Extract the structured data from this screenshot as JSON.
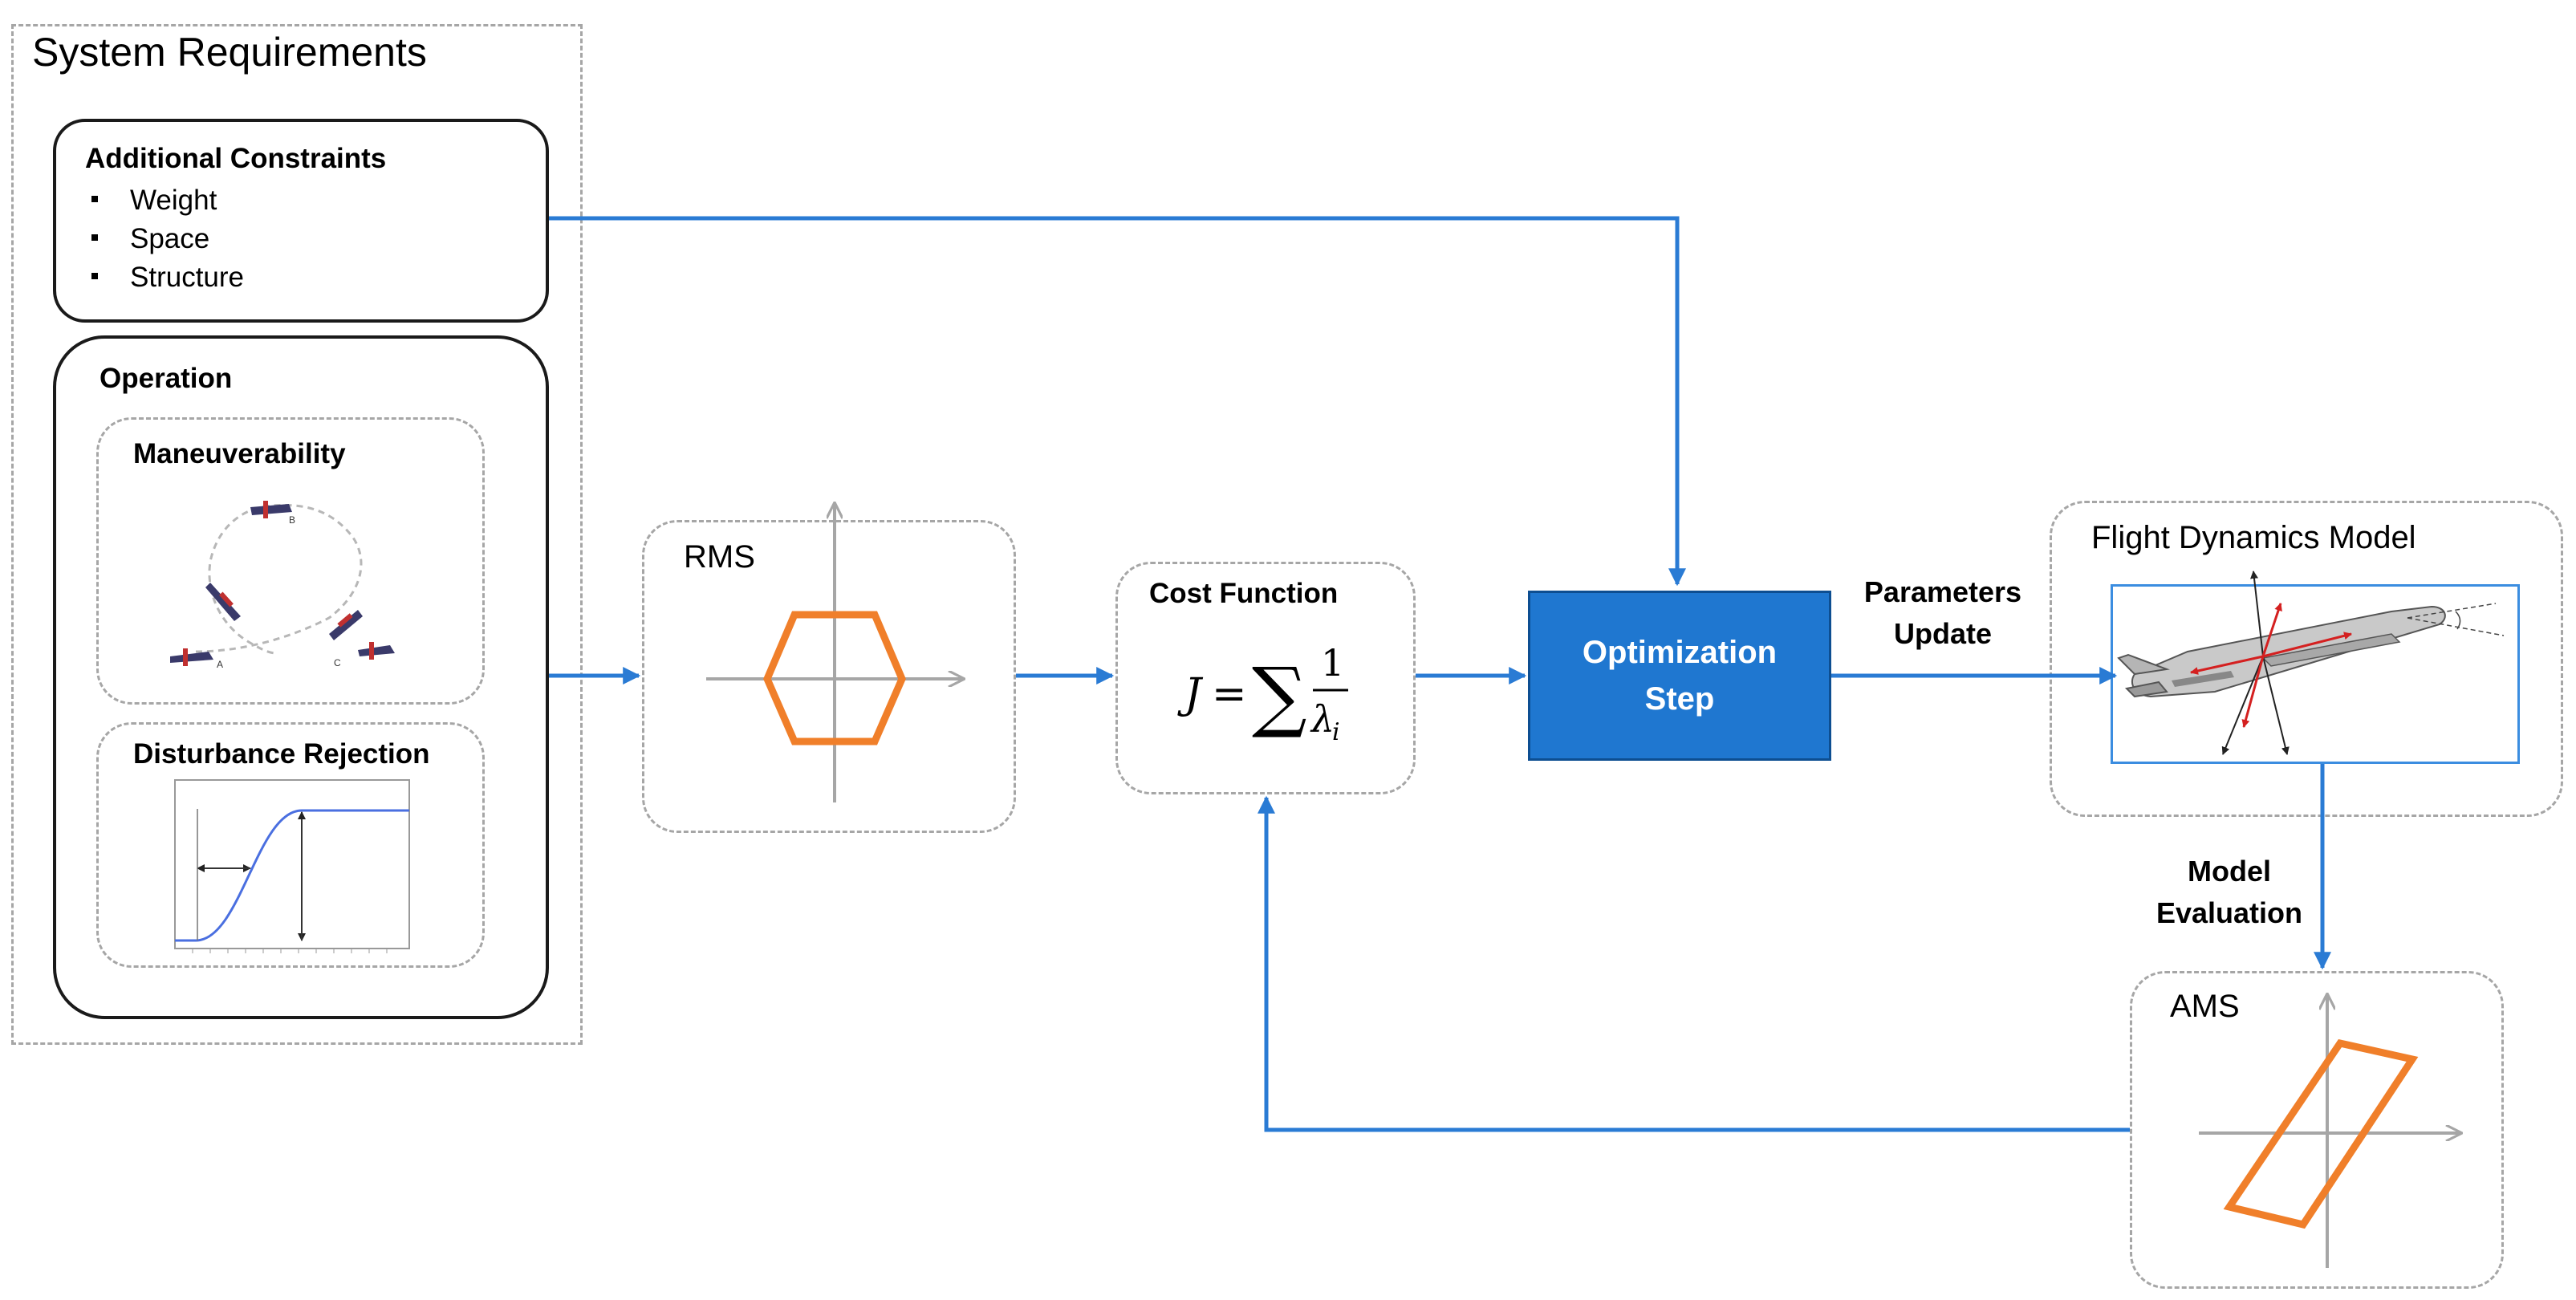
{
  "system_requirements": {
    "title": "System Requirements"
  },
  "additional_constraints": {
    "title": "Additional Constraints",
    "items": [
      "Weight",
      "Space",
      "Structure"
    ]
  },
  "operation": {
    "title": "Operation",
    "maneuverability": {
      "title": "Maneuverability"
    },
    "disturbance": {
      "title": "Disturbance Rejection"
    }
  },
  "rms": {
    "title": "RMS"
  },
  "cost_function": {
    "title": "Cost Function",
    "formula": "J = ∑ 1/λ_i"
  },
  "optimization": {
    "line1": "Optimization",
    "line2": "Step"
  },
  "parameters_update": {
    "line1": "Parameters",
    "line2": "Update"
  },
  "flight_dynamics": {
    "title": "Flight Dynamics Model"
  },
  "model_evaluation": {
    "line1": "Model",
    "line2": "Evaluation"
  },
  "ams": {
    "title": "AMS"
  },
  "colors": {
    "arrow": "#2a7bd4",
    "box": "#1f77d0",
    "shape": "#f07f2a",
    "axis": "#a6a6a6"
  }
}
